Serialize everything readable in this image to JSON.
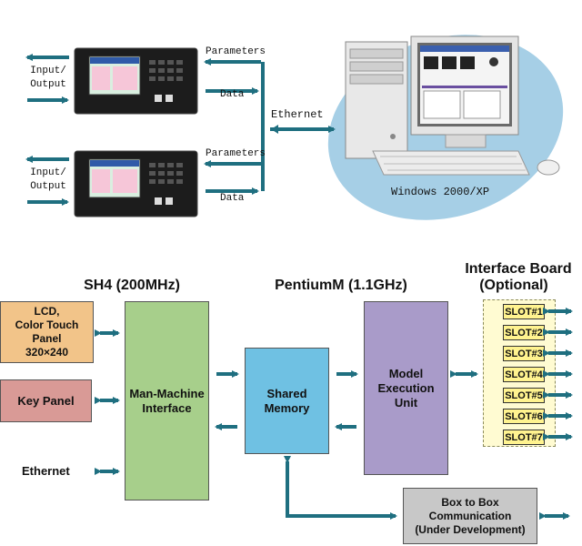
{
  "top": {
    "io_label_1": "Input/",
    "io_label_2": "Output",
    "parameters_label": "Parameters",
    "data_label": "Data",
    "ethernet_label": "Ethernet",
    "os_label": "Windows 2000/XP"
  },
  "architecture": {
    "sh4_title": "SH4 (200MHz)",
    "pentium_title": "PentiumM (1.1GHz)",
    "interface_board_title": "Interface Board",
    "interface_board_optional": "(Optional)",
    "lcd_line1": "LCD,",
    "lcd_line2": "Color Touch Panel",
    "lcd_line3": "320×240",
    "key_panel": "Key Panel",
    "ethernet": "Ethernet",
    "mmi_line1": "Man-Machine",
    "mmi_line2": "Interface",
    "shared_line1": "Shared",
    "shared_line2": "Memory",
    "model_line1": "Model",
    "model_line2": "Execution",
    "model_line3": "Unit",
    "box_line1": "Box to Box",
    "box_line2": "Communication",
    "box_line3": "(Under Development)",
    "slots": [
      "SLOT#1",
      "SLOT#2",
      "SLOT#3",
      "SLOT#4",
      "SLOT#5",
      "SLOT#6",
      "SLOT#7"
    ]
  },
  "colors": {
    "arrow": "#1f6f80",
    "lcd_fill": "#f2c489",
    "key_fill": "#d99a96",
    "mmi_fill": "#a7cf8b",
    "shared_fill": "#6fc1e3",
    "model_fill": "#a99bc9",
    "box_fill": "#c8c8c8",
    "slot_fill": "#fff38f",
    "board_fill": "#fffbd2",
    "blob": "#a6cfe6"
  }
}
